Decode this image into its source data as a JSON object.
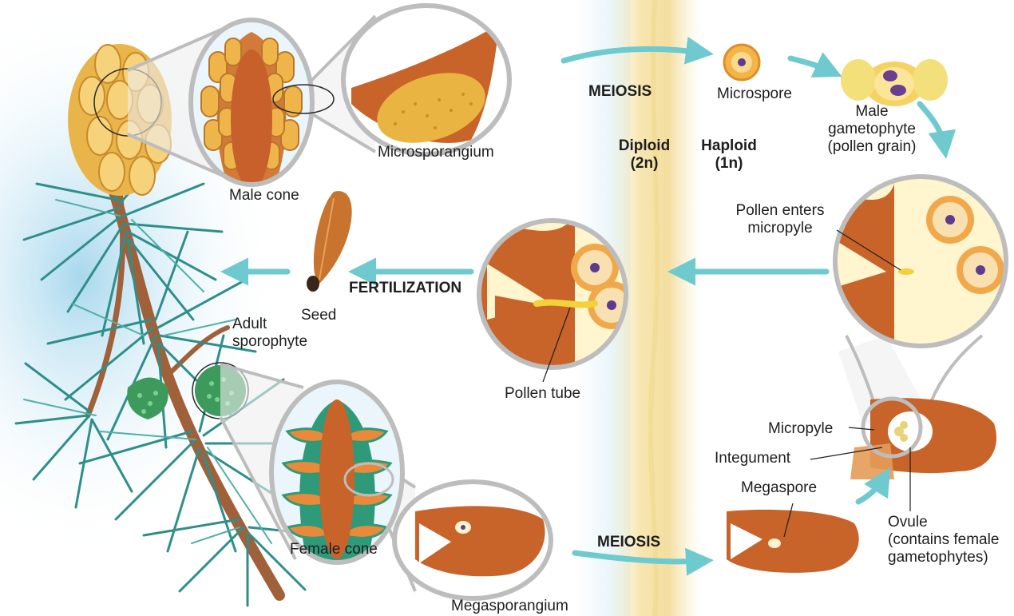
{
  "labels": {
    "male_cone": "Male cone",
    "microsporangium": "Microsporangium",
    "meiosis_top": "MEIOSIS",
    "microspore": "Microspore",
    "male_gametophyte": [
      "Male",
      "gametophyte",
      "(pollen grain)"
    ],
    "diploid": [
      "Diploid",
      "(2n)"
    ],
    "haploid": [
      "Haploid",
      "(1n)"
    ],
    "pollen_enters": [
      "Pollen enters",
      "micropyle"
    ],
    "fertilization": "FERTILIZATION",
    "seed": "Seed",
    "adult_sporophyte": [
      "Adult",
      "sporophyte"
    ],
    "pollen_tube": "Pollen tube",
    "micropyle": "Micropyle",
    "integument": "Integument",
    "megaspore": "Megaspore",
    "ovule": [
      "Ovule",
      "(contains female",
      "gametophytes)"
    ],
    "female_cone": "Female cone",
    "meiosis_bottom": "MEIOSIS",
    "megasporangium": "Megasporangium"
  },
  "colors": {
    "arrow": "#6fcad0",
    "tissue": "#c8642a",
    "pollen": "#f2c75a",
    "needle": "#2e8f8a",
    "ring": "#bdbdbd",
    "band": "#f6e8b4"
  },
  "icons": {
    "arrow": "teal-arrow-icon",
    "cone": "pine-cone-icon",
    "cell": "spore-cell-icon"
  }
}
